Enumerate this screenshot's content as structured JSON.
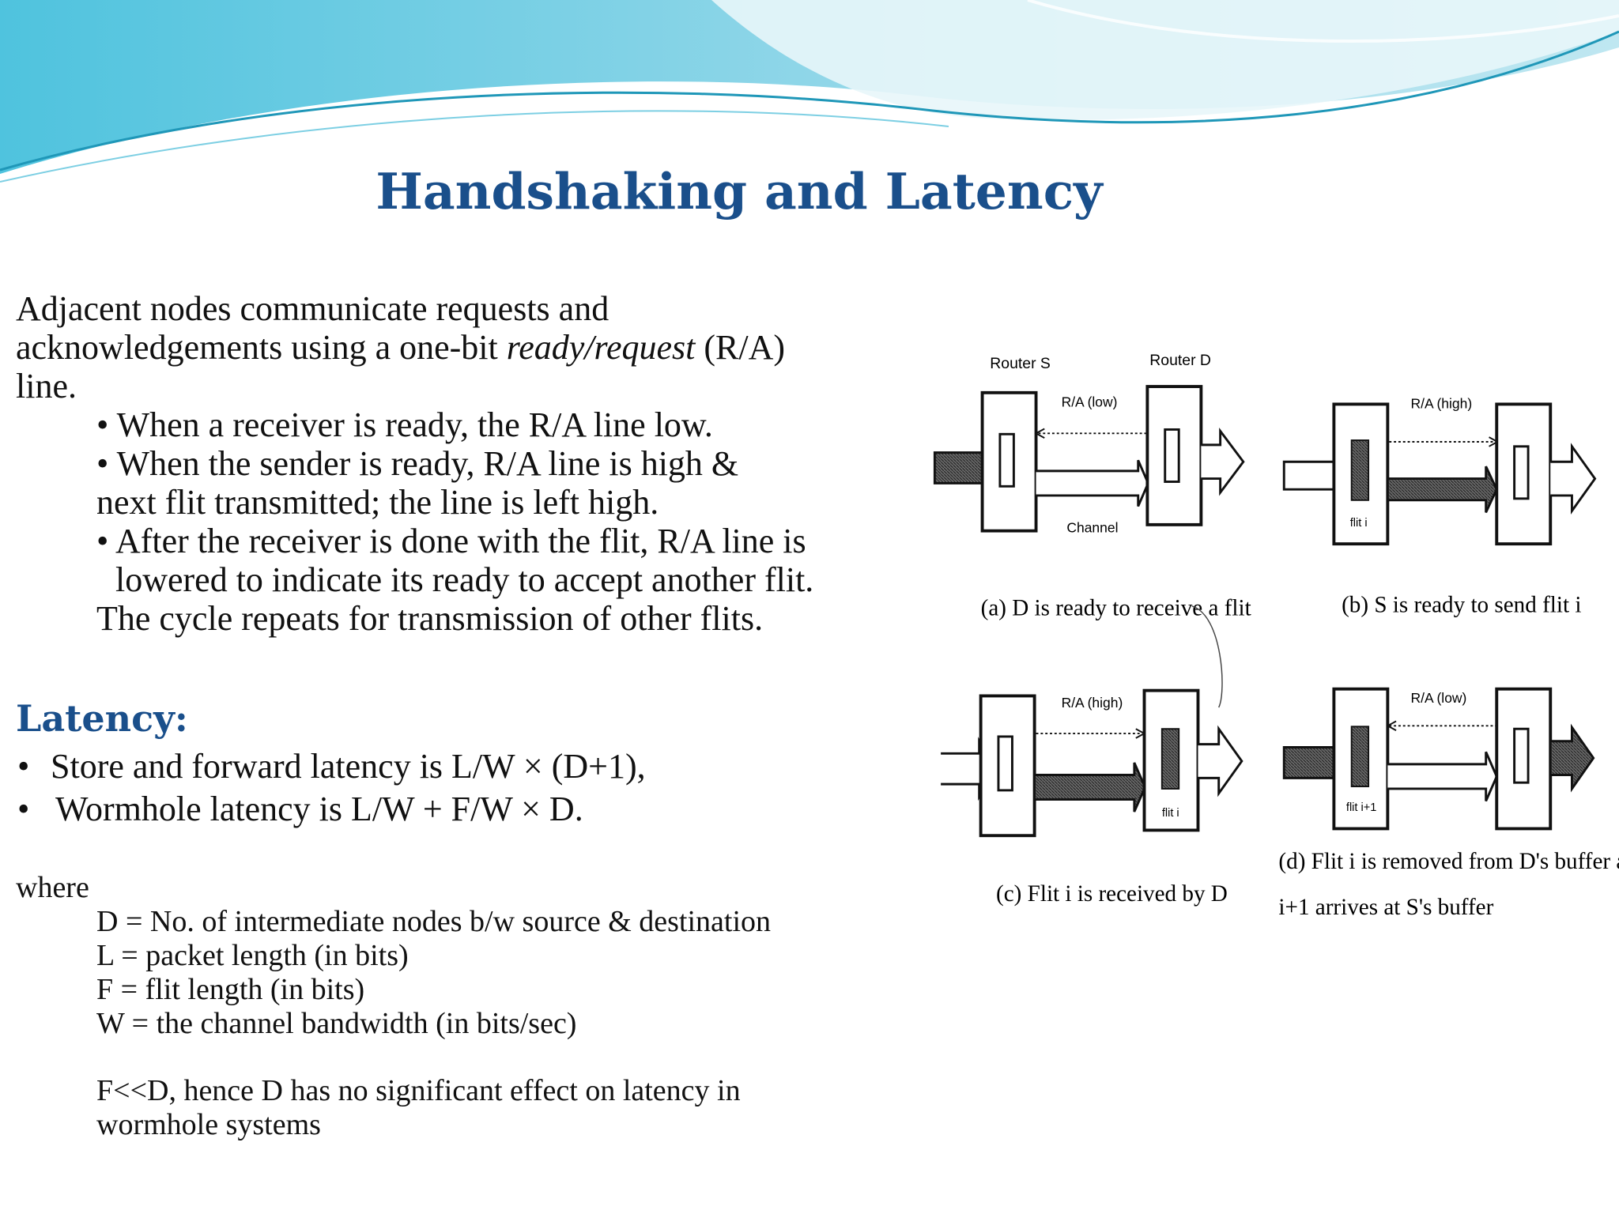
{
  "slide": {
    "title": "Handshaking and Latency",
    "intro_line1": "Adjacent nodes communicate requests and",
    "intro_line2_a": "acknowledgements using a one-bit ",
    "intro_line2_em": "ready/request",
    "intro_line2_b": " (R/A)",
    "intro_line3": "line.",
    "bullet1": "• When a receiver is ready, the R/A line low.",
    "bullet2_line1": "• When the sender is ready, R/A line is high  &",
    "bullet2_line2": "next flit transmitted; the line is left high.",
    "bullet3_line1": "• After the receiver is done with the flit, R/A line  is",
    "bullet3_line2": "lowered to indicate its ready to accept another flit.",
    "cycle_line": "The cycle repeats for transmission of other flits.",
    "latency_heading": "Latency:",
    "latency_items": [
      {
        "bullet": "•",
        "text": "Store and forward latency is L/W × (D+1),"
      },
      {
        "bullet": "•",
        "text": "Wormhole latency is L/W + F/W × D."
      }
    ],
    "where_label": "where",
    "definitions": [
      "D = No. of intermediate nodes b/w source & destination",
      "L = packet length (in bits)",
      "F = flit length (in bits)",
      "W = the channel bandwidth (in bits/sec)"
    ],
    "note_line1": "F<<D, hence  D has no significant  effect on latency in",
    "note_line2": "wormhole systems"
  },
  "diagram": {
    "router_s": "Router S",
    "router_d": "Router D",
    "channel": "Channel",
    "panels": [
      {
        "ra": "R/A (low)",
        "flit": "",
        "caption1": "(a) D is ready to receive a flit",
        "caption2": ""
      },
      {
        "ra": "R/A (high)",
        "flit": "flit i",
        "caption1": "(b) S is ready to send flit i",
        "caption2": ""
      },
      {
        "ra": "R/A (high)",
        "flit": "flit i",
        "caption1": "(c) Flit i is received by D",
        "caption2": ""
      },
      {
        "ra": "R/A (low)",
        "flit": "flit i+1",
        "caption1": "(d) Flit i is removed from D's buffer and flit",
        "caption2": "i+1 arrives at S's buffer"
      }
    ]
  },
  "colors": {
    "title": "#1a4f8b",
    "wave_light": "#8fd3e6",
    "wave_dark": "#2a9bc0",
    "ink": "#111111"
  }
}
